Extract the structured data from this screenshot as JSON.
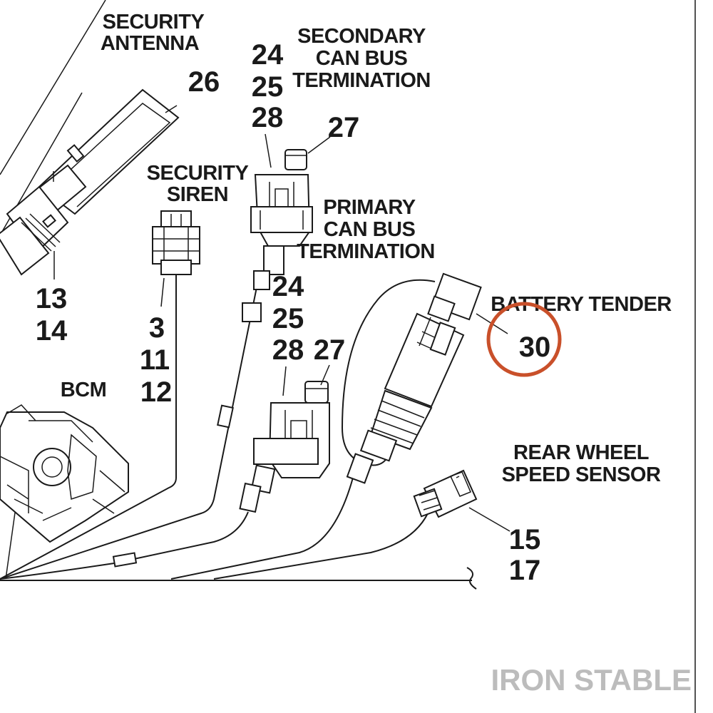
{
  "colors": {
    "ink": "#1a1a1a",
    "highlight_ring": "#c9502a",
    "watermark": "#bcbcbc"
  },
  "labels": {
    "security_antenna": [
      "SECURITY",
      "ANTENNA"
    ],
    "secondary_can": [
      "SECONDARY",
      "CAN BUS",
      "TERMINATION"
    ],
    "security_siren": [
      "SECURITY",
      "SIREN"
    ],
    "primary_can": [
      "PRIMARY",
      "CAN BUS",
      "TERMINATION"
    ],
    "battery_tender": "BATTERY TENDER",
    "bcm": "BCM",
    "rear_wheel": [
      "REAR WHEEL",
      "SPEED SENSOR"
    ]
  },
  "callouts": {
    "antenna": "26",
    "antenna_conn": [
      "13",
      "14"
    ],
    "siren": [
      "3",
      "11",
      "12"
    ],
    "secondary_top": [
      "24",
      "25",
      "28"
    ],
    "secondary_cap": "27",
    "primary_side": [
      "24",
      "25",
      "28"
    ],
    "primary_cap": "27",
    "battery_tender": "30",
    "rear_wheel": [
      "15",
      "17"
    ]
  },
  "highlighted_callout": "30",
  "watermark": "IRON STABLE"
}
